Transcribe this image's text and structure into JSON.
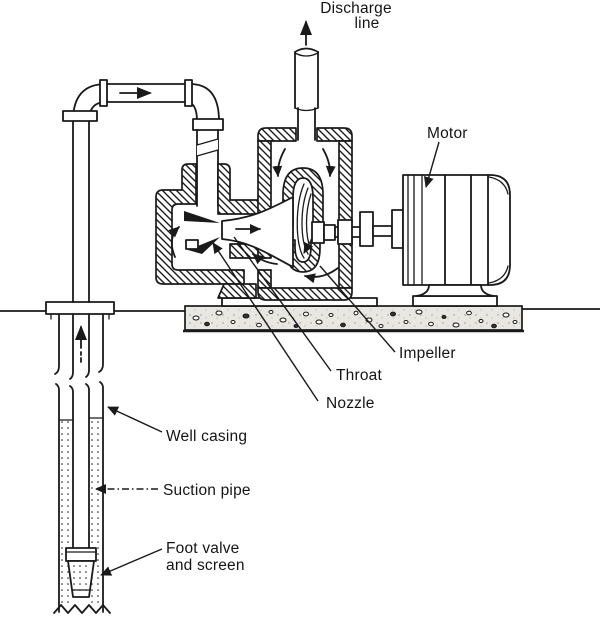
{
  "labels": {
    "discharge_line_1": "Discharge",
    "discharge_line_2": "line",
    "motor": "Motor",
    "impeller": "Impeller",
    "throat": "Throat",
    "nozzle": "Nozzle",
    "well_casing": "Well casing",
    "suction_pipe": "Suction pipe",
    "foot_valve_1": "Foot valve",
    "foot_valve_2": "and screen"
  },
  "colors": {
    "ink": "#1a1a1a",
    "paper": "#ffffff",
    "concrete": "#e9e7e1"
  }
}
